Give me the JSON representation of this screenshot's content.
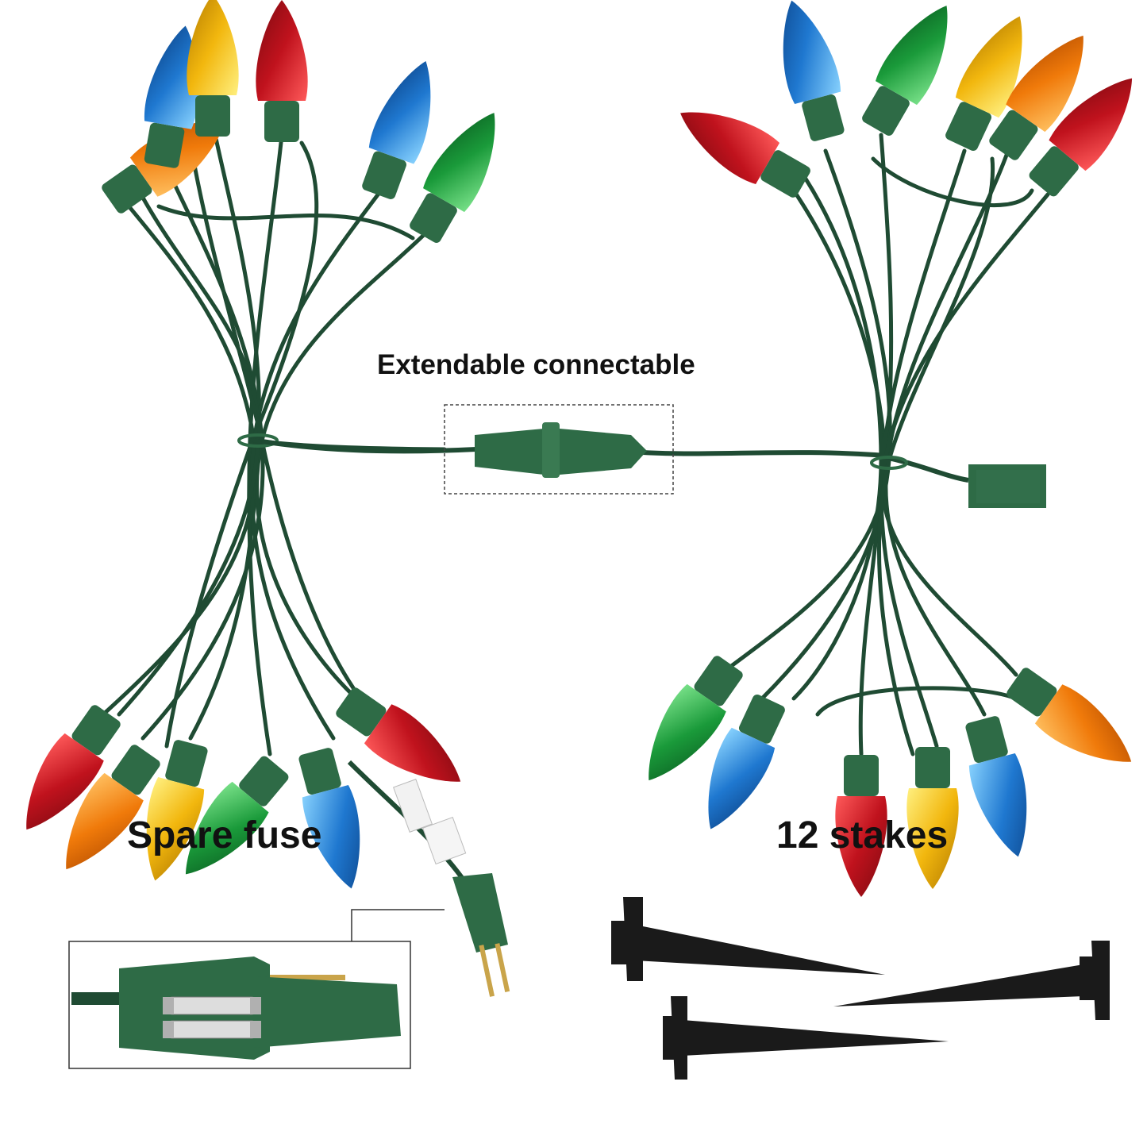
{
  "labels": {
    "extendable": "Extendable connectable",
    "spare_fuse": "Spare fuse",
    "stakes": "12 stakes"
  },
  "colors": {
    "wire": "#1f4b33",
    "socket": "#2e6b46",
    "bulb_red": "#c0121d",
    "bulb_orange": "#f07a0a",
    "bulb_yellow": "#f2b70e",
    "bulb_green": "#1a9a3a",
    "bulb_blue": "#1f78d0",
    "stake": "#1a1a1a"
  }
}
